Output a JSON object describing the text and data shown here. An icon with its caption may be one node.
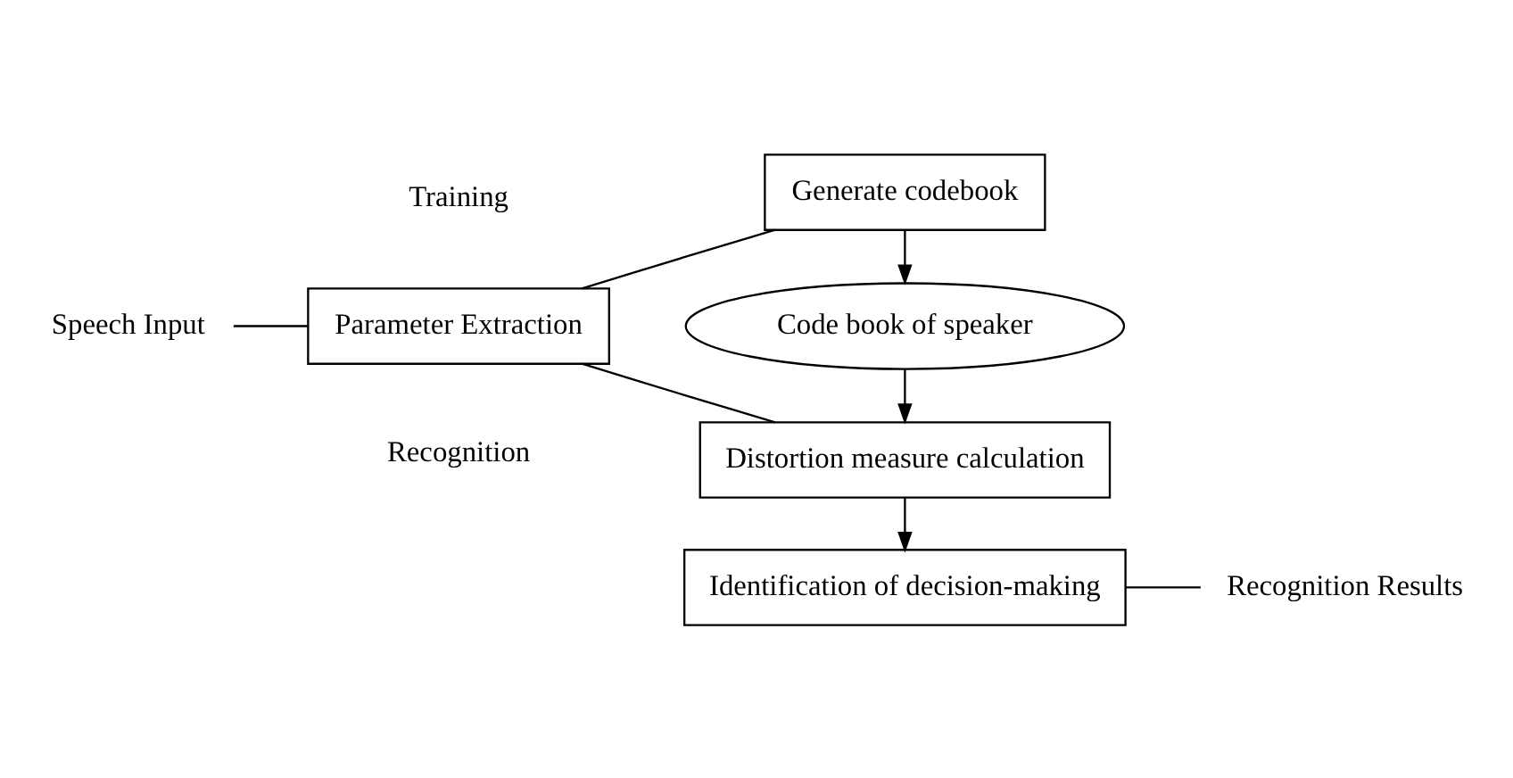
{
  "diagram": {
    "nodes": [
      {
        "text": [
          "Speech Input"
        ]
      },
      {
        "text": [
          "Parameter Extraction"
        ]
      },
      {
        "text": [
          "Generate codebook"
        ]
      },
      {
        "text": [
          "Code book of speaker"
        ]
      },
      {
        "text": [
          "Distortion measure calculation"
        ]
      },
      {
        "text": [
          "Identification of decision-making"
        ]
      },
      {
        "text": [
          "Recognition Results"
        ]
      }
    ],
    "edges": [
      {
        "from": 0,
        "to": 1,
        "arrow": "none"
      },
      {
        "from": 1,
        "to": 2,
        "arrow": "none"
      },
      {
        "from": 1,
        "to": 4,
        "arrow": "none"
      },
      {
        "from": 2,
        "to": 3,
        "arrow": "to"
      },
      {
        "from": 3,
        "to": 4,
        "arrow": "to"
      },
      {
        "from": 4,
        "to": 5,
        "arrow": "to"
      },
      {
        "from": 5,
        "to": 6,
        "arrow": "none"
      }
    ],
    "labels": [
      "Training",
      "Recognition"
    ]
  }
}
